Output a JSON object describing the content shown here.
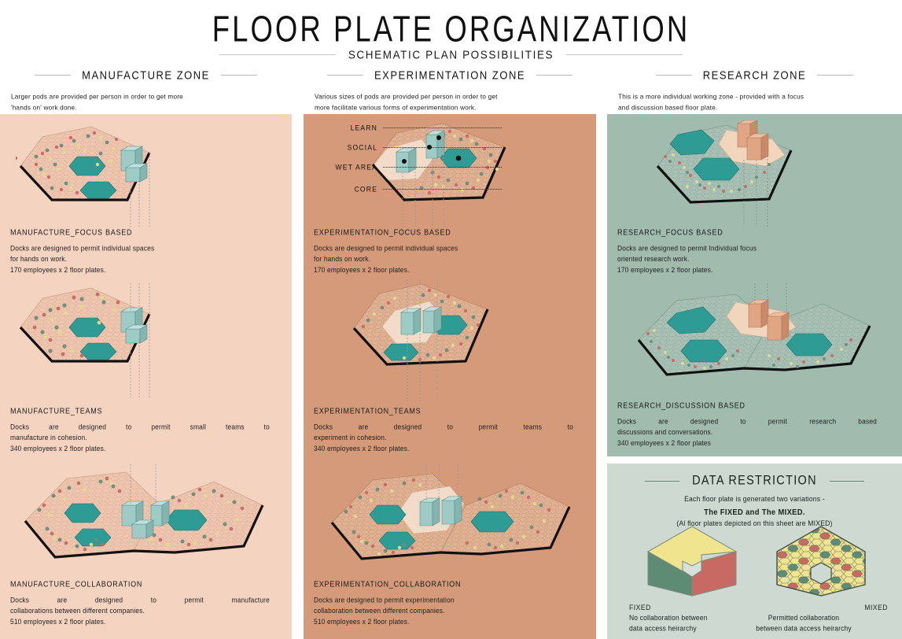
{
  "header": {
    "title": "FLOOR PLATE ORGANIZATION",
    "subtitle": "SCHEMATIC PLAN POSSIBILITIES"
  },
  "colors": {
    "manufacture_bg": "#f4d3c0",
    "experiment_bg": "#d49a79",
    "research_bg": "#a1bcaf",
    "restriction_bg": "#cdd9d1",
    "plate_fill": "#eec6b0",
    "plate_fill_research": "#a9c0b5",
    "pool_teal": "#2e9c95",
    "volume_teal": "#9fcbc6",
    "volume_tan": "#e0a583",
    "accent_yellow": "#f0e08a",
    "accent_red": "#c86a63",
    "accent_green": "#5e8b73",
    "edge_black": "#111111"
  },
  "zones": [
    {
      "title": "MANUFACTURE ZONE",
      "description": "Larger pods are provided per person in order to get more\n'hands on' work done.",
      "desc_lines": [
        "Larger pods are provided per person in order to get more",
        "'hands on' work done."
      ],
      "sections": [
        {
          "title": "MANUFACTURE_FOCUS BASED",
          "lines": [
            "Docks are designed to permit individual spaces",
            "for hands on work.",
            "170 employees x 2 floor plates."
          ],
          "justified": false
        },
        {
          "title": "MANUFACTURE_TEAMS",
          "lines": [
            "Docks are designed to permit small teams to",
            "manufacture in cohesion.",
            "340 employees x 2 floor plates."
          ],
          "justified": true
        },
        {
          "title": "MANUFACTURE_COLLABORATION",
          "lines": [
            "Docks are designed to permit manufacture",
            "collaborations between different companies.",
            "510 employees x 2 floor plates."
          ],
          "justified": true
        }
      ]
    },
    {
      "title": "EXPERIMENTATION ZONE",
      "description": "Various sizes of pods are provided per person in order to get\nmore facilitate various forms of experimentation work.",
      "desc_lines": [
        "Various sizes of pods are provided per person in order to get",
        "more facilitate various forms of experimentation work."
      ],
      "sections": [
        {
          "title": "EXPERIMENTATION_FOCUS BASED",
          "lines": [
            "Docks are designed to permit individual spaces",
            "for hands on work.",
            "170 employees x 2 floor plates."
          ],
          "justified": false
        },
        {
          "title": "EXPERIMENTATION_TEAMS",
          "lines": [
            "Docks are designed to permit teams to",
            "experiment in cohesion.",
            "340 employees x 2 floor plates."
          ],
          "justified": true
        },
        {
          "title": "EXPERIMENTATION_COLLABORATION",
          "lines": [
            "Docks are designed to permit experimentation",
            "collaboration between different companies.",
            "510 employees x 2 floor plates."
          ],
          "justified": false
        }
      ]
    },
    {
      "title": "RESEARCH ZONE",
      "description": "This is a more individual working zone - provided with a focus\nand discussion based floor plate.",
      "desc_lines": [
        "This is a more individual working zone - provided with a focus",
        "and discussion based floor plate."
      ],
      "sections": [
        {
          "title": "RESEARCH_FOCUS BASED",
          "lines": [
            "Docks are designed to permit Individual focus",
            "oriented research work.",
            "170 employees x 2 floor plates."
          ],
          "justified": false
        },
        {
          "title": "RESEARCH_DISCUSSION BASED",
          "lines": [
            "Docks are designed to permit research based",
            "discussions and conversations.",
            "340 employees x 2 floor plates"
          ],
          "justified": true
        }
      ]
    }
  ],
  "callouts": [
    {
      "label": "LEARN"
    },
    {
      "label": "SOCIAL"
    },
    {
      "label": "WET AREA"
    },
    {
      "label": "CORE"
    }
  ],
  "data_restriction": {
    "title": "DATA RESTRICTION",
    "line1": "Each floor plate is generated two variations -",
    "line2": "The FIXED and The MIXED.",
    "line3": "(Al floor plates depicted on this sheet are MIXED)",
    "fixed": {
      "caption": "FIXED",
      "desc_lines": [
        "No collaboration between",
        "data access heirarchy"
      ]
    },
    "mixed": {
      "caption": "MIXED",
      "desc_lines": [
        "Permitted collaboration",
        "between data access heirarchy"
      ]
    }
  }
}
